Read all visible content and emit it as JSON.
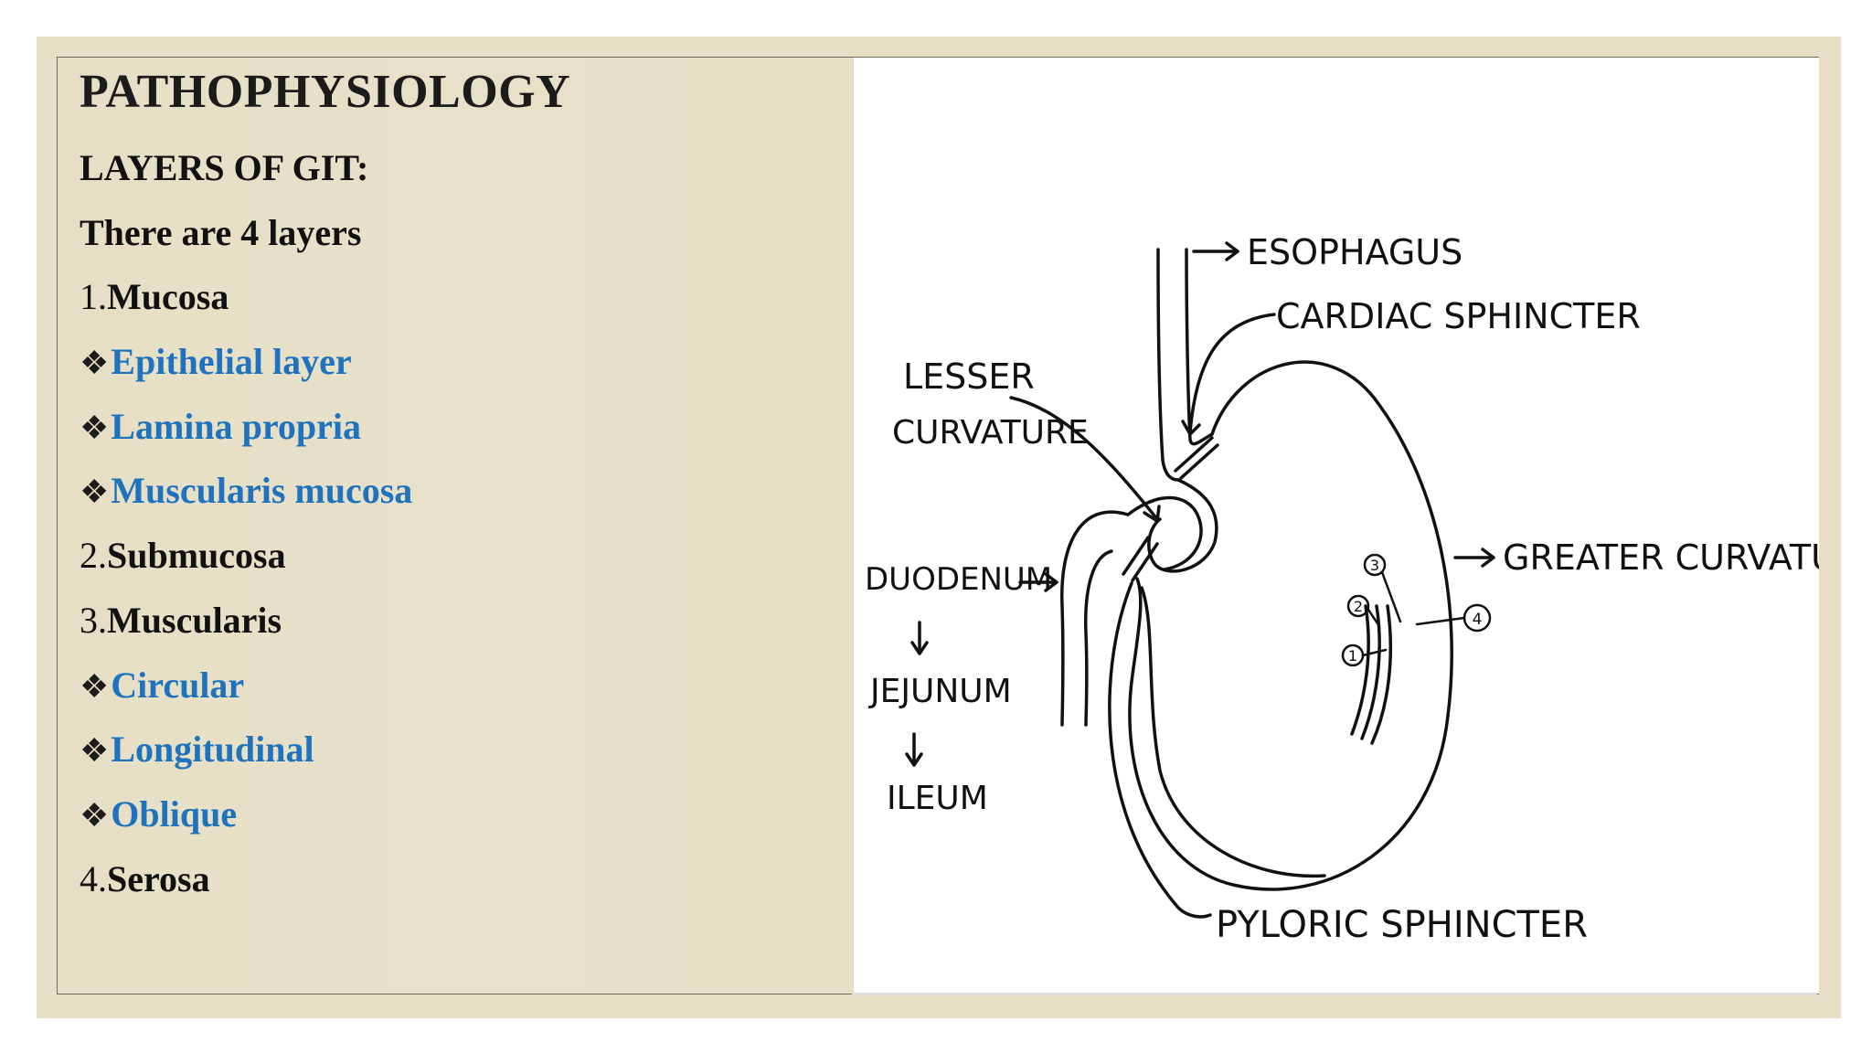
{
  "slide": {
    "title": "PATHOPHYSIOLOGY",
    "subtitle": "LAYERS OF GIT:",
    "intro": "There are 4 layers",
    "bullet_symbol": "❖",
    "items": [
      {
        "num": "1.",
        "term": "Mucosa"
      },
      {
        "sub": "Epithelial layer"
      },
      {
        "sub": "Lamina propria"
      },
      {
        "sub": "Muscularis mucosa"
      },
      {
        "num": "2.",
        "term": "Submucosa"
      },
      {
        "num": "3.",
        "term": "Muscularis"
      },
      {
        "sub": "Circular"
      },
      {
        "sub": "Longitudinal"
      },
      {
        "sub": "Oblique"
      },
      {
        "num": "4.",
        "term": "Serosa"
      }
    ],
    "colors": {
      "background": "#e6dfc6",
      "accent": "#1f73be",
      "text": "#1b1b1b"
    }
  },
  "diagram": {
    "labels": {
      "esophagus": "ESOPHAGUS",
      "cardiac_sphincter": "CARDIAC SPHINCTER",
      "lesser_curvature_1": "LESSER",
      "lesser_curvature_2": "CURVATURE",
      "greater_curvature": "GREATER CURVATURE",
      "duodenum": "DUODENUM",
      "jejunum": "JEJUNUM",
      "ileum": "ILEUM",
      "pyloric_sphincter": "PYLORIC SPHINCTER"
    },
    "layer_markers": [
      "1",
      "2",
      "3",
      "4"
    ]
  }
}
